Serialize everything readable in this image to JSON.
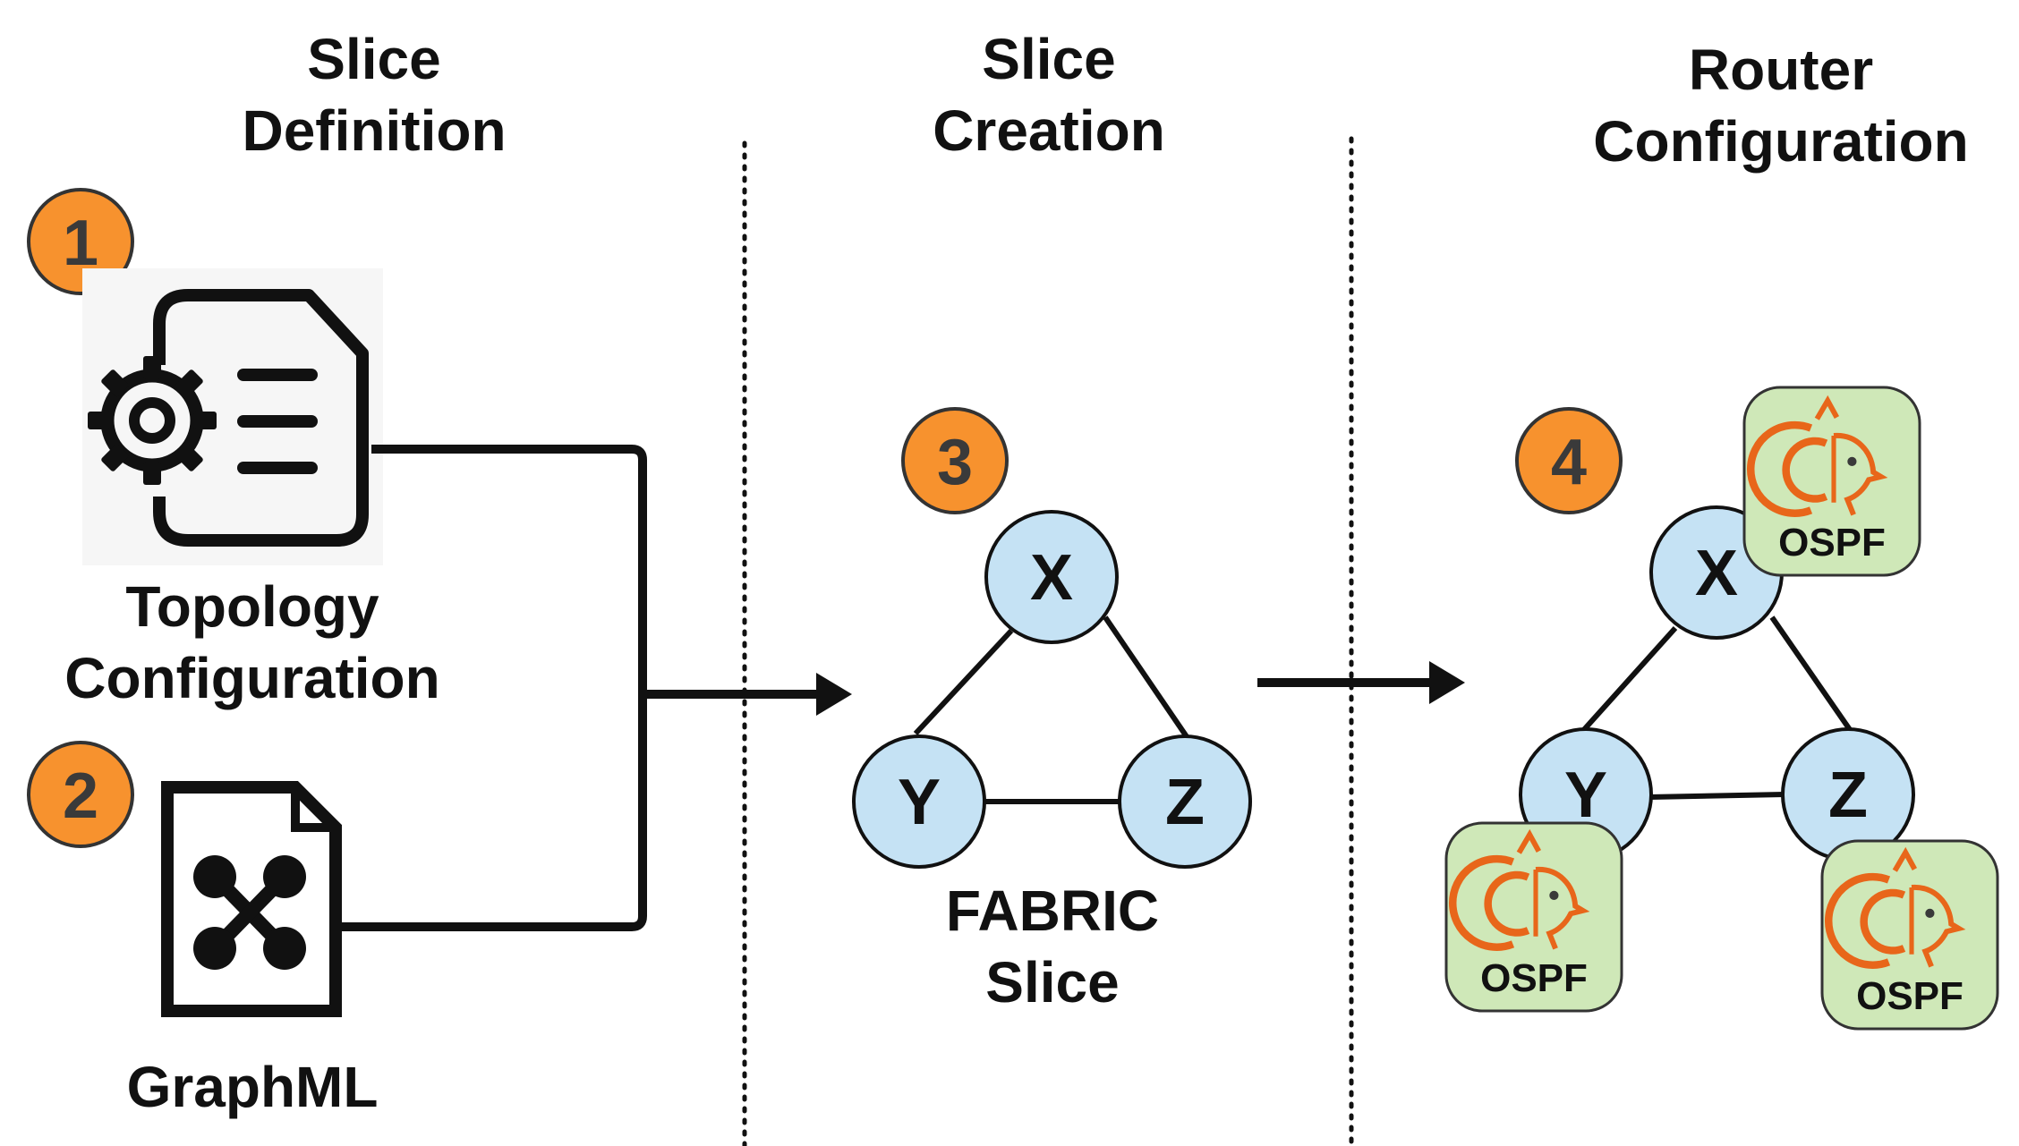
{
  "columns": {
    "definition": {
      "line1": "Slice",
      "line2": "Definition"
    },
    "creation": {
      "line1": "Slice",
      "line2": "Creation"
    },
    "configuration": {
      "line1": "Router",
      "line2": "Configuration"
    }
  },
  "steps": {
    "step1": "1",
    "step2": "2",
    "step3": "3",
    "step4": "4"
  },
  "inputs": {
    "topology": {
      "line1": "Topology",
      "line2": "Configuration",
      "icon": "settings-document-icon"
    },
    "graphml": {
      "label": "GraphML",
      "icon": "graph-file-icon"
    }
  },
  "slice": {
    "caption_line1": "FABRIC",
    "caption_line2": "Slice",
    "nodes": {
      "x": "X",
      "y": "Y",
      "z": "Z"
    }
  },
  "router": {
    "nodes": {
      "x": "X",
      "y": "Y",
      "z": "Z"
    },
    "protocol_label": "OSPF",
    "protocol_icon": "ospf-bird-icon"
  },
  "colors": {
    "badge_fill": "#f7922e",
    "node_fill": "#c5e2f4",
    "ospf_fill": "#cfe8b8",
    "ospf_logo": "#e8661a",
    "line": "#111111"
  }
}
